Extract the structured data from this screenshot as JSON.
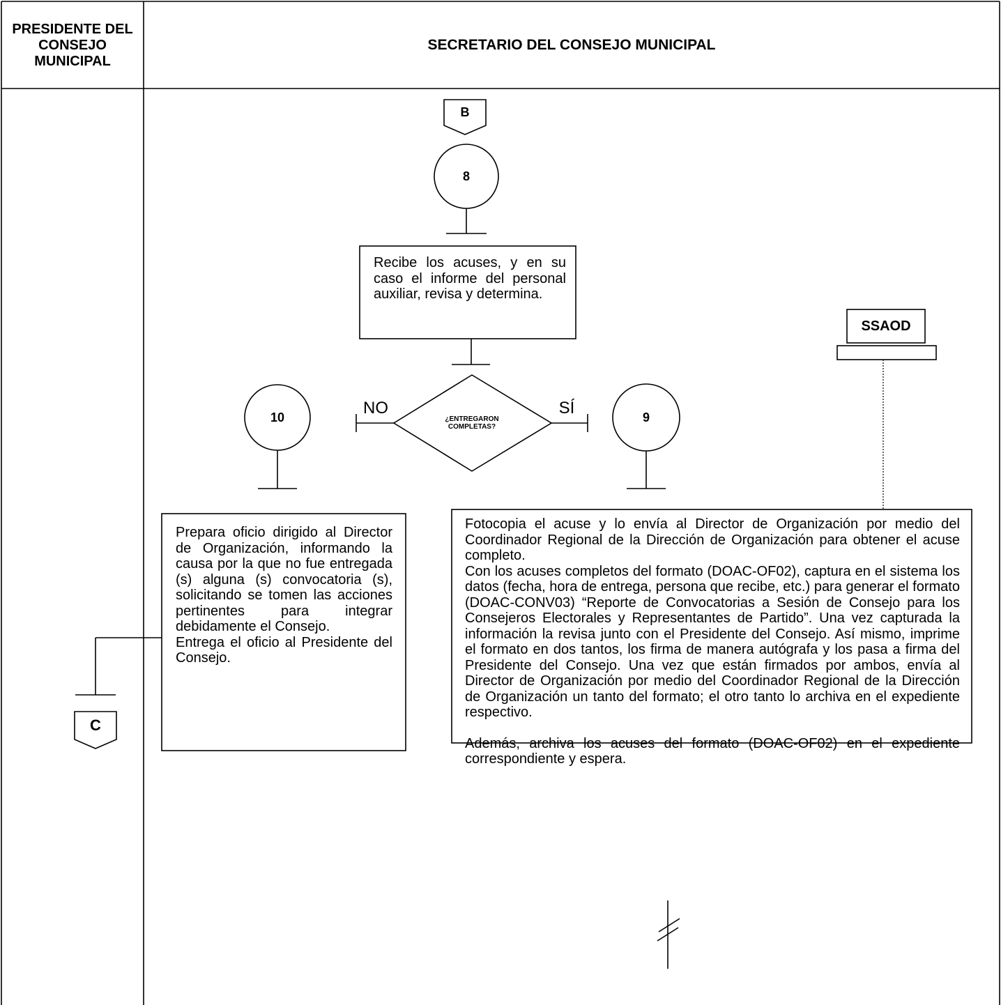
{
  "headers": {
    "left": "PRESIDENTE DEL CONSEJO MUNICIPAL",
    "right": "SECRETARIO DEL CONSEJO MUNICIPAL"
  },
  "connectors": {
    "top": "B",
    "bottom": "C"
  },
  "steps": {
    "s8": "8",
    "s9": "9",
    "s10": "10"
  },
  "step8_text": "Recibe los acuses, y en su caso el informe del personal auxiliar, revisa y determina.",
  "decision": {
    "question": "¿ENTREGARON COMPLETAS?",
    "no_label": "NO",
    "yes_label": "SÍ"
  },
  "system_label": "SSAOD",
  "step10_text": {
    "p1": "Prepara oficio dirigido al Director de Organización, informando la causa por la que no fue entregada (s) alguna (s) convocatoria (s), solicitando se tomen las acciones pertinentes para integrar debidamente el Consejo.",
    "p2": "Entrega el oficio al Presidente del Consejo."
  },
  "step9_text": {
    "p1": "Fotocopia el acuse y lo envía al Director de Organización por medio del Coordinador Regional de la Dirección de Organización para obtener el acuse completo.",
    "p2": "Con los acuses completos del formato (DOAC-OF02), captura en el sistema los datos (fecha, hora de entrega, persona que recibe, etc.) para generar el formato (DOAC-CONV03) “Reporte de Convocatorias a Sesión de Consejo para los Consejeros Electorales y Representantes de Partido”. Una vez capturada la información la revisa junto con el Presidente del Consejo. Así mismo, imprime el formato en dos tantos, los firma de manera autógrafa y los pasa a firma del Presidente del Consejo. Una vez que están firmados por ambos, envía al Director de Organización por medio del Coordinador Regional de la Dirección de Organización un tanto del formato; el otro tanto lo archiva en el expediente respectivo.",
    "p3": "Además, archiva los acuses del formato (DOAC-OF02) en el expediente correspondiente y espera."
  }
}
